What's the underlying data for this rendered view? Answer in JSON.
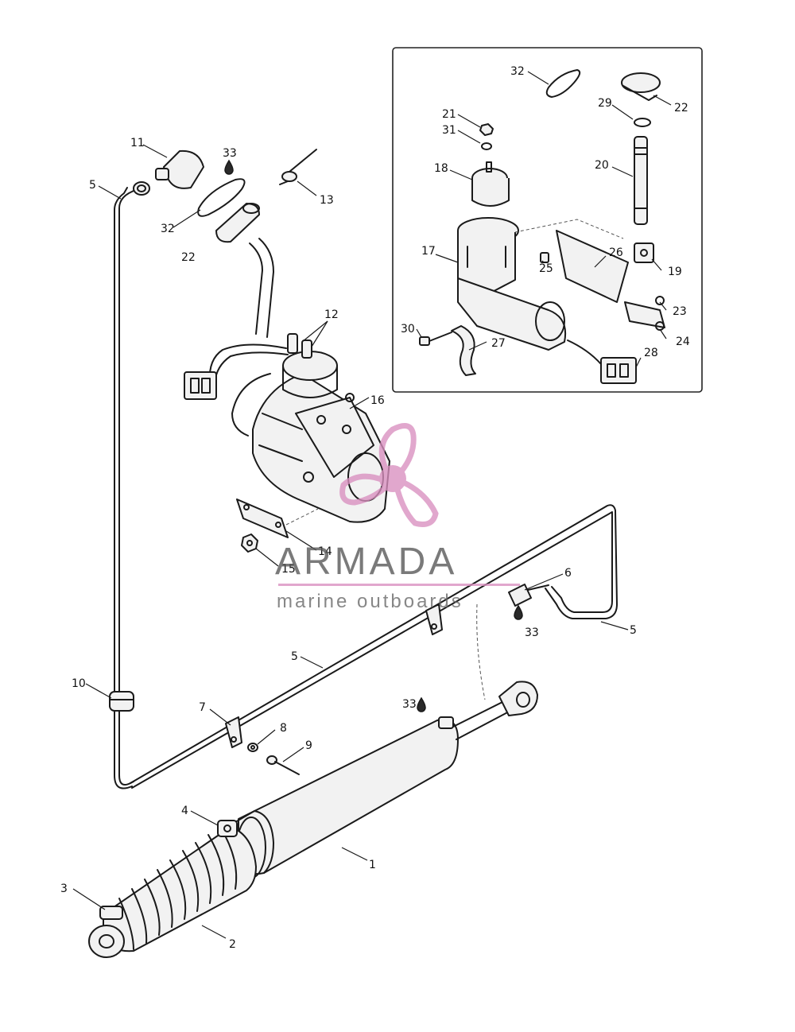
{
  "callouts": {
    "c1": "1",
    "c2": "2",
    "c3": "3",
    "c4": "4",
    "c5a": "5",
    "c5b": "5",
    "c5c": "5",
    "c6": "6",
    "c7": "7",
    "c8": "8",
    "c9": "9",
    "c10": "10",
    "c11": "11",
    "c12": "12",
    "c13": "13",
    "c14": "14",
    "c15": "15",
    "c16": "16",
    "c17": "17",
    "c18": "18",
    "c19": "19",
    "c20": "20",
    "c21": "21",
    "c22a": "22",
    "c22b": "22",
    "c23": "23",
    "c24": "24",
    "c25": "25",
    "c26": "26",
    "c27": "27",
    "c28": "28",
    "c29": "29",
    "c30": "30",
    "c31": "31",
    "c32a": "32",
    "c32b": "32",
    "c33a": "33",
    "c33b": "33",
    "c33c": "33"
  },
  "watermark": {
    "brand": "ARMADA",
    "tagline": "marine outboards",
    "accent_color": "#d98fbf",
    "logo_icon": "propeller-icon"
  },
  "colors": {
    "line": "#1a1a1a",
    "background": "#ffffff"
  }
}
